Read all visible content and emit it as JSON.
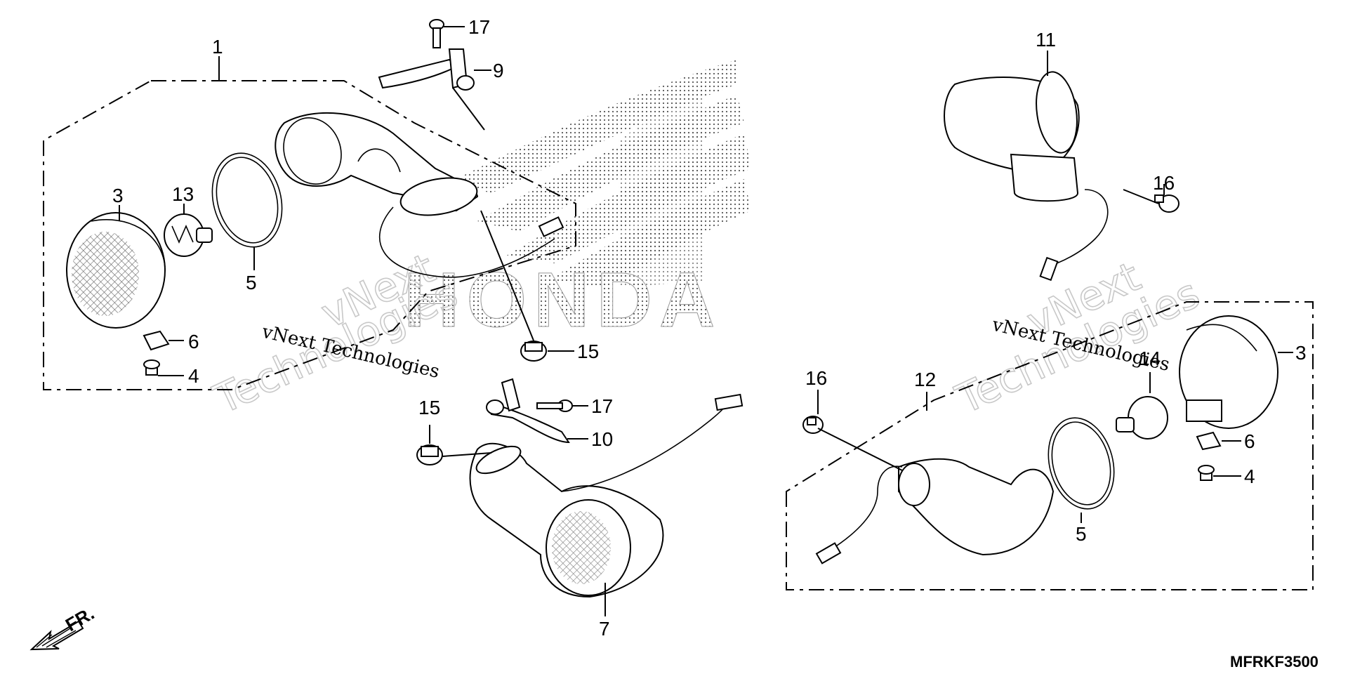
{
  "diagram": {
    "callouts": {
      "c1": "1",
      "c3a": "3",
      "c13": "13",
      "c5a": "5",
      "c6a": "6",
      "c4a": "4",
      "c17a": "17",
      "c9": "9",
      "c15a": "15",
      "c15b": "15",
      "c17b": "17",
      "c10": "10",
      "c7": "7",
      "c11": "11",
      "c16a": "16",
      "c16b": "16",
      "c12": "12",
      "c5b": "5",
      "c14": "14",
      "c3b": "3",
      "c6b": "6",
      "c4b": "4"
    },
    "watermarks": {
      "big_left_1": "vNext",
      "big_left_2": "Technologies",
      "small_left": "vNext Technologies",
      "big_right_1": "vNext",
      "big_right_2": "Technologies",
      "small_right": "vNext Technologies"
    },
    "logo_text": "HONDA",
    "direction_label": "FR.",
    "diagram_code": "MFRKF3500",
    "icons": [
      "front-direction-arrow-icon",
      "honda-wing-logo-icon"
    ]
  }
}
